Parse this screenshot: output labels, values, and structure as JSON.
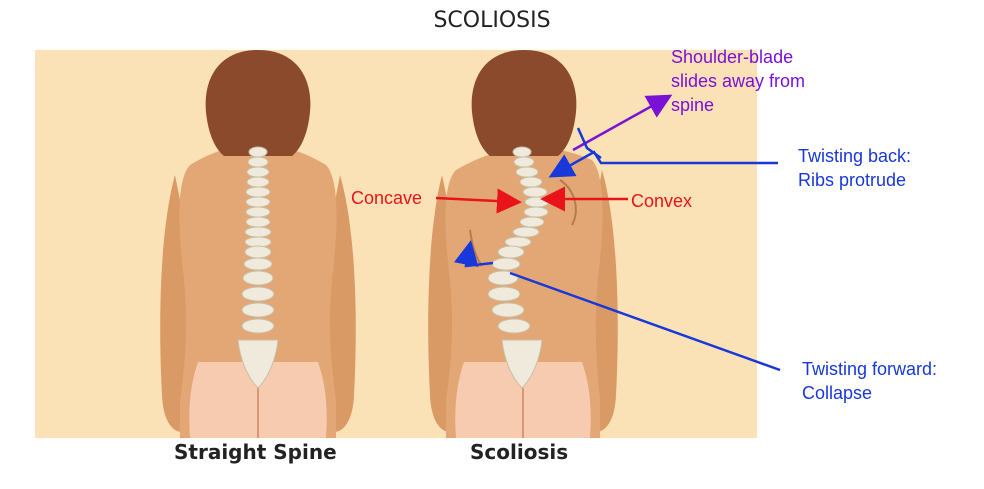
{
  "title": "SCOLIOSIS",
  "captions": {
    "left": "Straight Spine",
    "right": "Scoliosis"
  },
  "labels": {
    "shoulder_blade": [
      "Shoulder-blade",
      "slides away from",
      "spine"
    ],
    "twisting_back": [
      "Twisting back:",
      "Ribs protrude"
    ],
    "concave": "Concave",
    "convex": "Convex",
    "twisting_forward": [
      "Twisting forward:",
      "Collapse"
    ]
  },
  "colors": {
    "panel_bg": "#fbe1b6",
    "skin": "#e2a774",
    "hair": "#8b4a2b",
    "bone": "#efeadb",
    "underwear": "#f7cbb0",
    "purple": "#7a12d6",
    "blue": "#1838d9",
    "red": "#e8141a"
  }
}
